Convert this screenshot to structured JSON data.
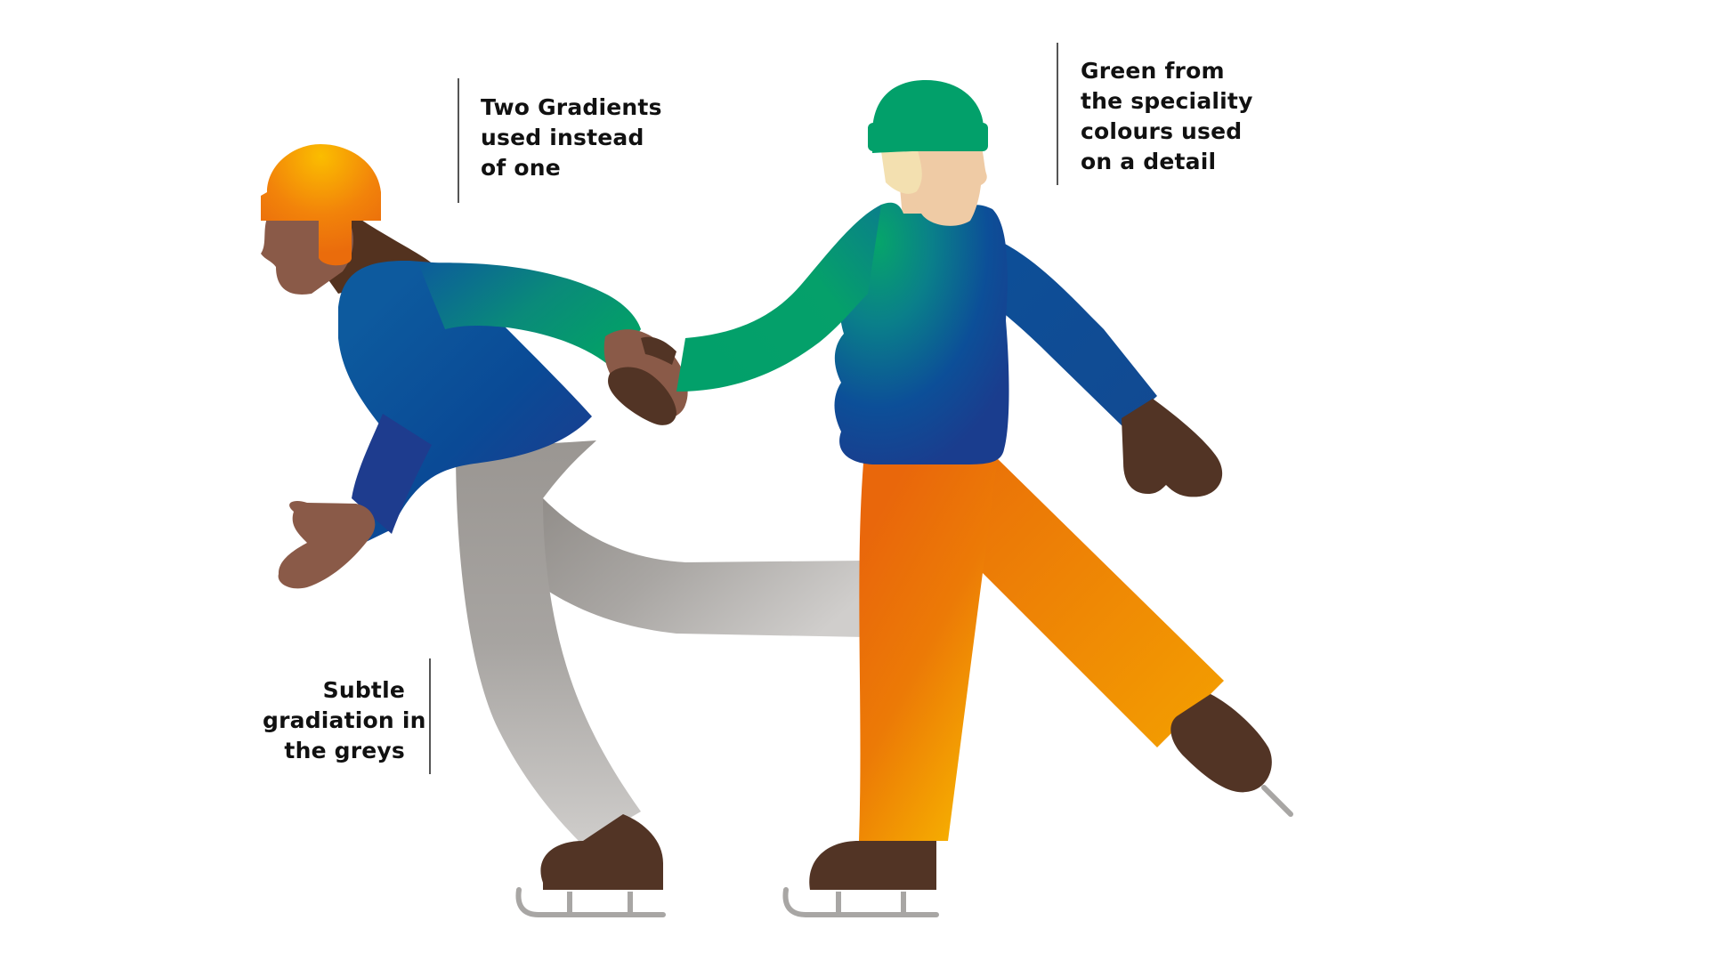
{
  "annotations": {
    "gradients": [
      "Two Gradients",
      "used instead",
      "of one"
    ],
    "green": [
      "Green from",
      "the speciality",
      "colours used",
      "on a detail"
    ],
    "greys": [
      "Subtle",
      "gradiation in",
      "the greys"
    ]
  },
  "colors": {
    "blue": "#0d4a95",
    "green": "#02a06a",
    "orange": "#e86a0a",
    "amber": "#f6b000",
    "grey_dark": "#8a8580",
    "grey_light": "#cdcbc9",
    "skin_dark": "#8a5a48",
    "skin_light": "#efcba5",
    "hair_blonde": "#f3e0b0",
    "mitten": "#523425",
    "blade": "#a8a6a4"
  }
}
